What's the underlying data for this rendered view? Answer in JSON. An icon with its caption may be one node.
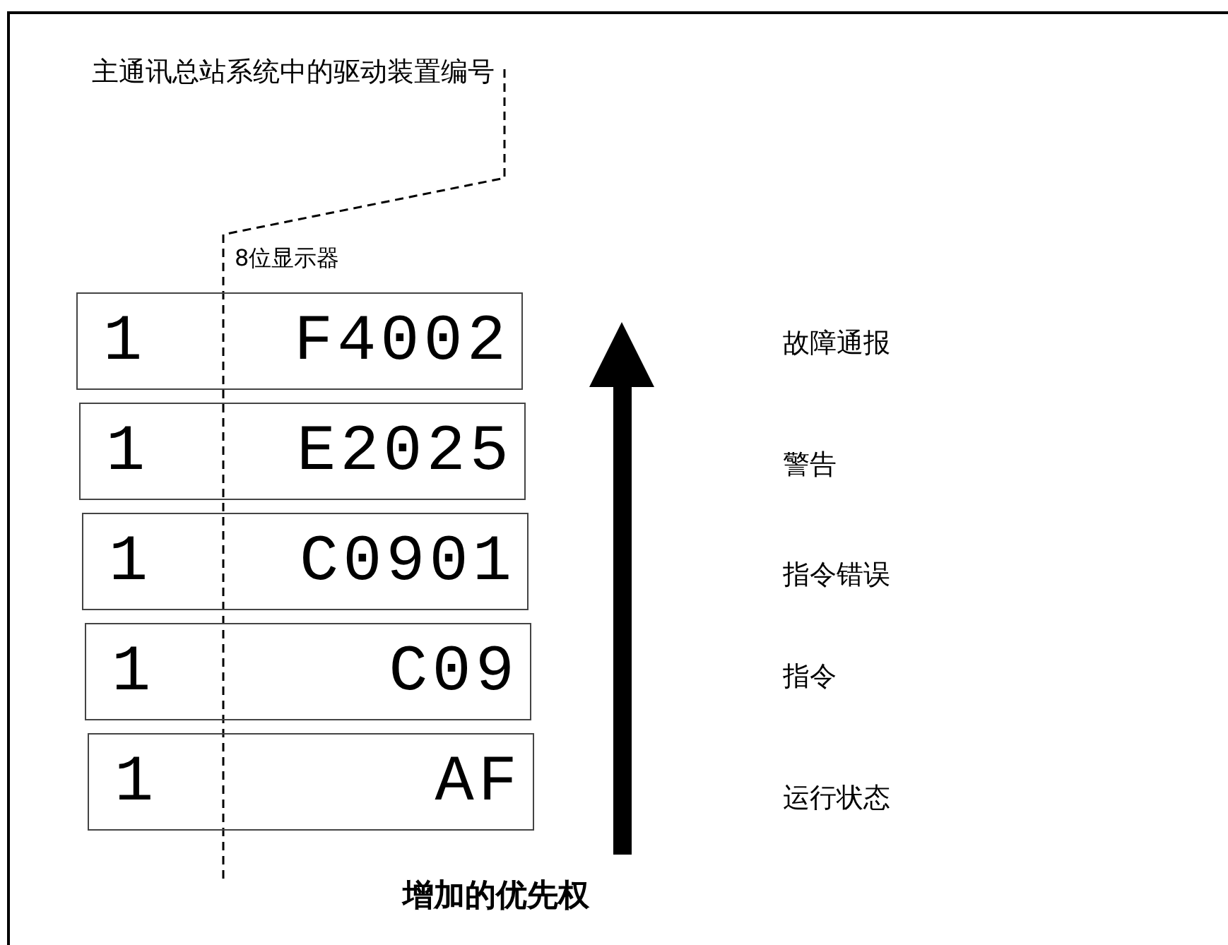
{
  "diagram": {
    "nodes": [
      {
        "text": [
          "1",
          "F4002"
        ]
      },
      {
        "text": [
          "1",
          "E2025"
        ]
      },
      {
        "text": [
          "1",
          "C0901"
        ]
      },
      {
        "text": [
          "1",
          "C09"
        ]
      },
      {
        "text": [
          "1",
          "AF"
        ]
      }
    ],
    "labels": [
      "主通讯总站系统中的驱动装置编号",
      "8位显示器",
      "故障通报",
      "警告",
      "指令错误",
      "指令",
      "运行状态",
      "增加的优先权"
    ]
  }
}
